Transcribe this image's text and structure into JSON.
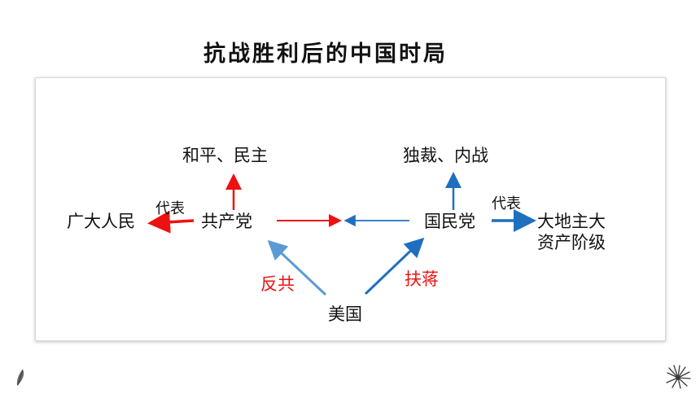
{
  "title": "抗战胜利后的中国时局",
  "nodes": {
    "peace_democracy": "和平、民主",
    "dictatorship_civil_war": "独裁、内战",
    "masses": "广大人民",
    "ccp": "共产党",
    "kmt": "国民党",
    "landlords_line1": "大地主大",
    "landlords_line2": "资产阶级",
    "usa": "美国"
  },
  "edge_labels": {
    "represents_left": "代表",
    "represents_right": "代表",
    "anti_communist": "反共",
    "support_chiang": "扶蒋"
  },
  "colors": {
    "red": "#ee1111",
    "blue": "#1f6fbf",
    "light_blue": "#5b9bd5"
  }
}
